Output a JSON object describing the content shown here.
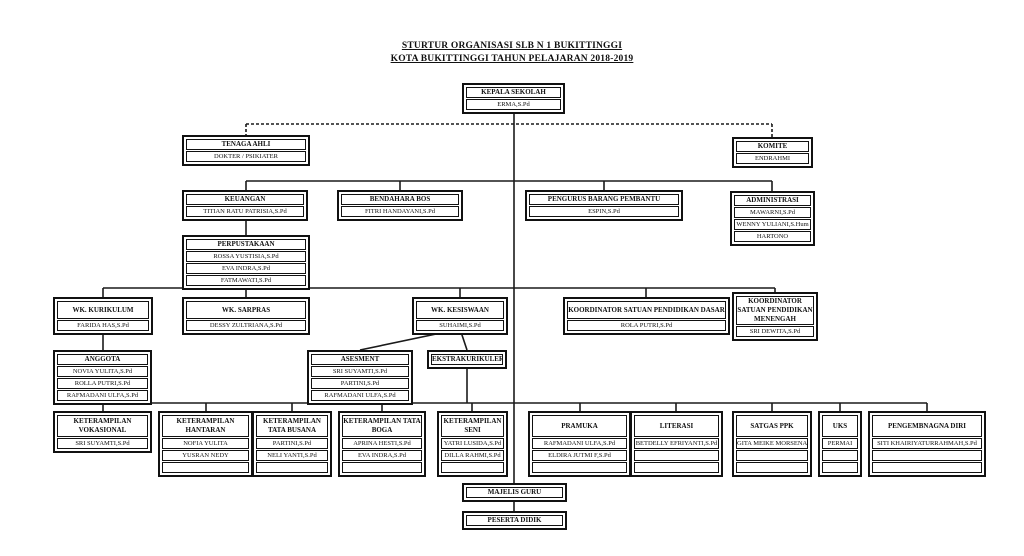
{
  "title": {
    "line1": "STURTUR ORGANISASI SLB N 1 BUKITTINGGI",
    "line2": "KOTA BUKITTINGGI TAHUN PELAJARAN 2018-2019"
  },
  "colors": {
    "line": "#1a1a1a",
    "background": "#ffffff",
    "text": "#111111"
  },
  "nodes": {
    "kepala-sekolah": {
      "header": [
        "KEPALA SEKOLAH"
      ],
      "members": [
        "ERMA,S.Pd"
      ]
    },
    "tenaga-ahli": {
      "header": [
        "TENAGA AHLI"
      ],
      "members": [
        "DOKTER / PSIKIATER"
      ]
    },
    "komite": {
      "header": [
        "KOMITE"
      ],
      "members": [
        "ENDRAHMI"
      ]
    },
    "keuangan": {
      "header": [
        "KEUANGAN"
      ],
      "members": [
        "TITIAN RATU PATRISIA,S.Pd"
      ]
    },
    "bendahara-bos": {
      "header": [
        "BENDAHARA BOS"
      ],
      "members": [
        "FITRI HANDAYANI,S.Pd"
      ]
    },
    "pengurus-barang-pembantu": {
      "header": [
        "PENGURUS BARANG PEMBANTU"
      ],
      "members": [
        "ESPIN,S.Pd"
      ]
    },
    "administrasi": {
      "header": [
        "ADMINISTRASI"
      ],
      "members": [
        "MAWARNI,S.Pd",
        "WENNY YULIANI,S.Hum",
        "HARTONO"
      ]
    },
    "perpustakaan": {
      "header": [
        "PERPUSTAKAAN"
      ],
      "members": [
        "ROSSA YUSTISIA,S.Pd",
        "EVA INDRA,S.Pd",
        "FATMAWATI,S.Pd"
      ]
    },
    "wk-kurikulum": {
      "header": [
        "WK. KURIKULUM"
      ],
      "members": [
        "FARIDA HAS,S.Pd"
      ]
    },
    "wk-sarpras": {
      "header": [
        "WK. SARPRAS"
      ],
      "members": [
        "DESSY ZULTRIANA,S.Pd"
      ]
    },
    "wk-kesiswaan": {
      "header": [
        "WK. KESISWAAN"
      ],
      "members": [
        "SUHAIMI,S.Pd"
      ]
    },
    "koordinator-dasar": {
      "header": [
        "KOORDINATOR SATUAN PENDIDIKAN DASAR"
      ],
      "members": [
        "ROLA PUTRI,S.Pd"
      ]
    },
    "koordinator-menengah": {
      "header": [
        "KOORDINATOR",
        "SATUAN PENDIDIKAN",
        "MENENGAH"
      ],
      "members": [
        "SRI DEWITA,S.Pd"
      ]
    },
    "anggota": {
      "header": [
        "ANGGOTA"
      ],
      "members": [
        "NOVIA YULITA,S.Pd",
        "ROLLA PUTRI,S.Pd",
        "RAFMADANI ULFA,S.Pd"
      ]
    },
    "asesment": {
      "header": [
        "ASESMENT"
      ],
      "members": [
        "SRI SUYAMTI,S.Pd",
        "PARTINI,S.Pd",
        "RAFMADANI ULFA,S.Pd"
      ]
    },
    "ekstrakurikuler": {
      "header": [
        "EKSTRAKURIKULER"
      ],
      "members": []
    },
    "keterampilan-vokasional": {
      "header": [
        "KETERAMPILAN",
        "VOKASIONAL"
      ],
      "members": [
        "SRI SUYAMTI,S.Pd"
      ]
    },
    "keterampilan-hantaran": {
      "header": [
        "KETERAMPILAN",
        "HANTARAN"
      ],
      "members": [
        "NOFIA YULITA",
        "YUSRAN NEDY",
        ""
      ]
    },
    "keterampilan-tata-busana": {
      "header": [
        "KETERAMPILAN",
        "TATA BUSANA"
      ],
      "members": [
        "PARTINI,S.Pd",
        "NELI YANTI,S.Pd",
        ""
      ]
    },
    "keterampilan-tata-boga": {
      "header": [
        "KETERAMPILAN TATA",
        "BOGA"
      ],
      "members": [
        "APRINA HESTI,S.Pd",
        "EVA INDRA,S.Pd",
        ""
      ]
    },
    "keterampilan-seni": {
      "header": [
        "KETERAMPILAN",
        "SENI"
      ],
      "members": [
        "YATRI LUSIDA,S.Pd",
        "DILLA RAHMI,S.Pd",
        ""
      ]
    },
    "pramuka": {
      "header": [
        "PRAMUKA"
      ],
      "members": [
        "RAFMADANI ULFA,S.Pd",
        "ELDIRA JUTMI F,S.Pd",
        ""
      ]
    },
    "literasi": {
      "header": [
        "LITERASI"
      ],
      "members": [
        "BETDELLY EFRIYANTI,S.Pd",
        "",
        ""
      ]
    },
    "satgas-ppk": {
      "header": [
        "SATGAS PPK"
      ],
      "members": [
        "GITA MEIKE MORSENA",
        "",
        ""
      ]
    },
    "uks": {
      "header": [
        "UKS"
      ],
      "members": [
        "PERMAI",
        "",
        ""
      ]
    },
    "pengembnagna-diri": {
      "header": [
        "PENGEMBNAGNA DIRI"
      ],
      "members": [
        "SITI KHAIRIYATURRAHMAH,S.Pd",
        "",
        ""
      ]
    },
    "majelis-guru": {
      "header": [
        "MAJELIS GURU"
      ],
      "members": []
    },
    "peserta-didik": {
      "header": [
        "PESERTA DIDIK"
      ],
      "members": []
    }
  }
}
